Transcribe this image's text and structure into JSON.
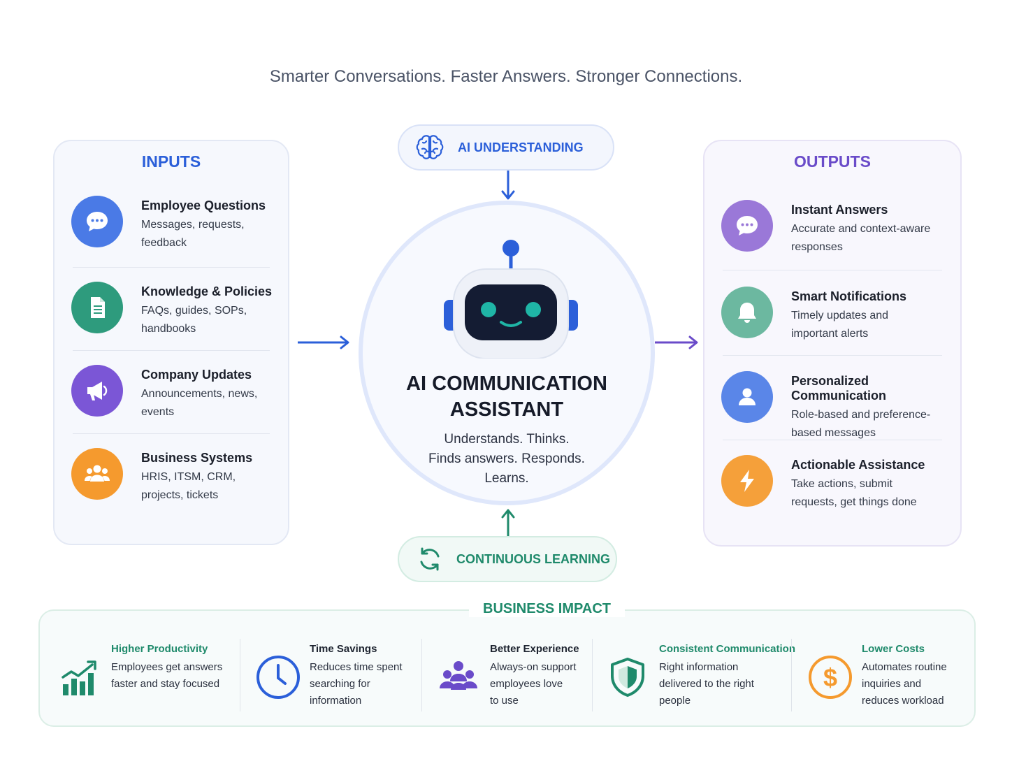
{
  "tagline": "Smarter Conversations. Faster Answers. Stronger Connections.",
  "inputs": {
    "title": "INPUTS",
    "items": [
      {
        "title": "Employee Questions",
        "desc1": "Messages, requests,",
        "desc2": "feedback",
        "color": "#4a7ae6"
      },
      {
        "title": "Knowledge & Policies",
        "desc1": "FAQs, guides, SOPs,",
        "desc2": "handbooks",
        "color": "#2e9b7d"
      },
      {
        "title": "Company Updates",
        "desc1": "Announcements, news,",
        "desc2": "events",
        "color": "#7b56d6"
      },
      {
        "title": "Business Systems",
        "desc1": "HRIS, ITSM, CRM,",
        "desc2": "projects, tickets",
        "color": "#f59a2e"
      }
    ]
  },
  "outputs": {
    "title": "OUTPUTS",
    "items": [
      {
        "title": "Instant Answers",
        "desc1": "Accurate and context-aware",
        "desc2": "responses",
        "color": "#9a78d8"
      },
      {
        "title": "Smart Notifications",
        "desc1": "Timely updates and",
        "desc2": "important alerts",
        "color": "#6cb8a0"
      },
      {
        "title": "Personalized Communication",
        "desc1": "Role-based and preference-",
        "desc2": "based messages",
        "color": "#5a86e8"
      },
      {
        "title": "Actionable Assistance",
        "desc1": "Take actions, submit",
        "desc2": "requests, get things done",
        "color": "#f5a03a"
      }
    ]
  },
  "understanding": {
    "label": "AI UNDERSTANDING"
  },
  "learning": {
    "label": "CONTINUOUS LEARNING"
  },
  "core": {
    "title1": "AI COMMUNICATION",
    "title2": "ASSISTANT",
    "sub1": "Understands. Thinks.",
    "sub2": "Finds answers. Responds.",
    "sub3": "Learns."
  },
  "impact": {
    "title": "BUSINESS IMPACT",
    "items": [
      {
        "head": "Higher Productivity",
        "lines": [
          "Employees get answers",
          "faster and stay focused"
        ],
        "color": "#1f8a6b"
      },
      {
        "head": "Time Savings",
        "lines": [
          "Reduces time spent",
          "searching for",
          "information"
        ],
        "color": "#2b5fd9"
      },
      {
        "head": "Better Experience",
        "lines": [
          "Always-on support",
          "employees love",
          "to use"
        ],
        "color": "#6a4bc9"
      },
      {
        "head": "Consistent Communication",
        "lines": [
          "Right information",
          "delivered to the right",
          "people"
        ],
        "color": "#1f8a6b"
      },
      {
        "head": "Lower Costs",
        "lines": [
          "Automates routine",
          "inquiries and",
          "reduces workload"
        ],
        "color": "#f59a2e"
      }
    ]
  }
}
